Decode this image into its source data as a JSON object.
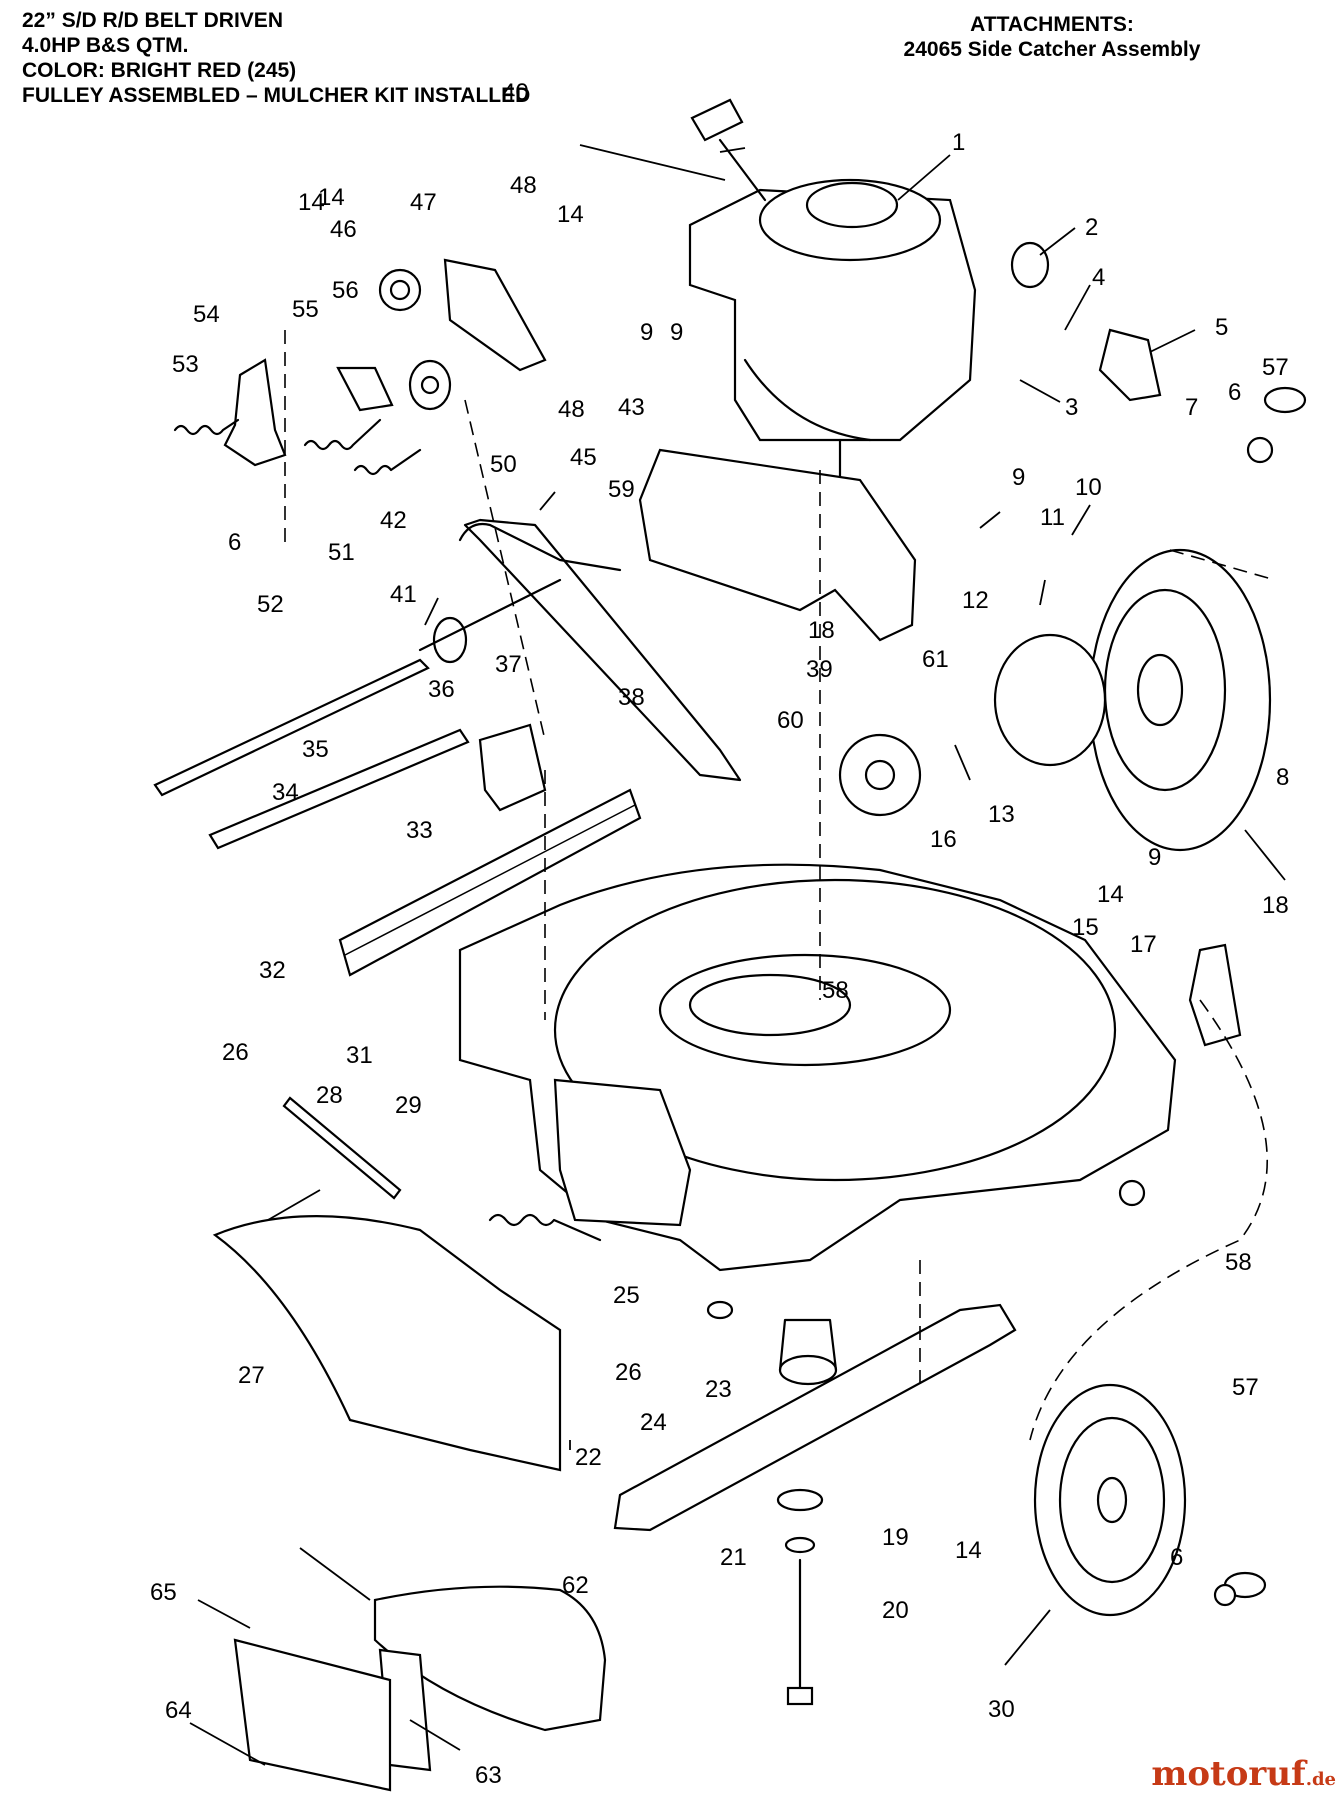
{
  "header": {
    "lines": [
      "22” S/D R/D BELT DRIVEN",
      "4.0HP B&S QTM.",
      "COLOR: BRIGHT RED (245)",
      "FULLEY ASSEMBLED – MULCHER KIT INSTALLED"
    ]
  },
  "attachments": {
    "title": "ATTACHMENTS:",
    "line": "24065  Side Catcher Assembly"
  },
  "watermark": {
    "brand": "motoruf",
    "tld": ".de"
  },
  "callouts": [
    "1",
    "2",
    "3",
    "4",
    "5",
    "6",
    "7",
    "8",
    "9",
    "10",
    "11",
    "12",
    "13",
    "14",
    "15",
    "16",
    "17",
    "18",
    "19",
    "20",
    "21",
    "22",
    "23",
    "24",
    "25",
    "26",
    "27",
    "28",
    "29",
    "30",
    "31",
    "32",
    "33",
    "34",
    "35",
    "36",
    "37",
    "38",
    "39",
    "40",
    "41",
    "42",
    "43",
    "45",
    "46",
    "47",
    "48",
    "50",
    "51",
    "52",
    "53",
    "54",
    "55",
    "56",
    "57",
    "58",
    "59",
    "60",
    "61",
    "62",
    "63",
    "64",
    "65",
    "14",
    "14",
    "14",
    "14",
    "9",
    "9",
    "9",
    "6",
    "6",
    "57",
    "58",
    "18",
    "26",
    "48"
  ]
}
